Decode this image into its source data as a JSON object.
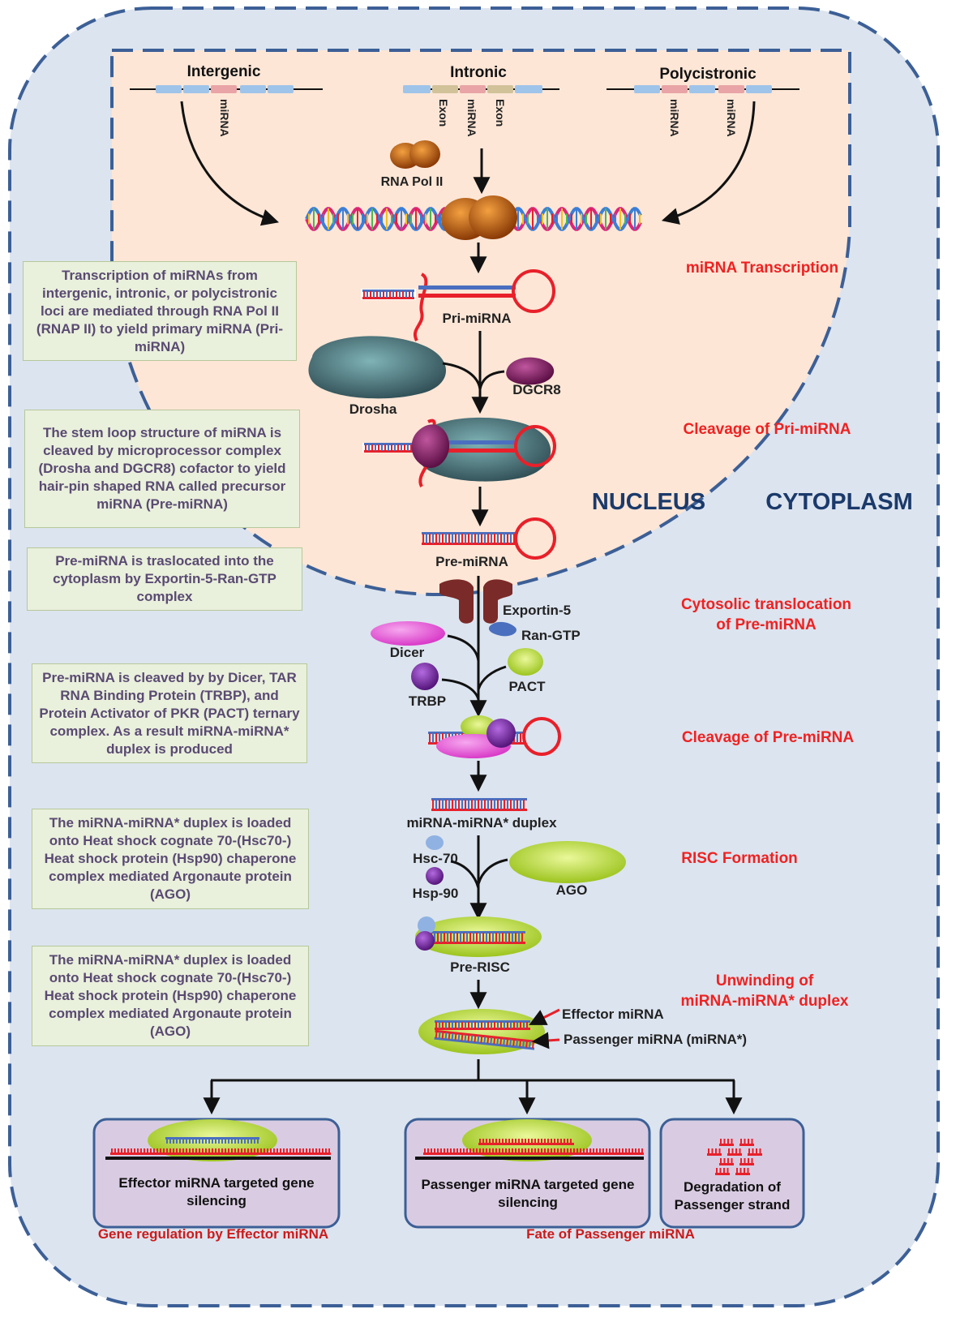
{
  "loci": {
    "intergenic": "Intergenic",
    "intronic": "Intronic",
    "polycistronic": "Polycistronic",
    "mirna": "miRNA",
    "exon": "Exon"
  },
  "molecules": {
    "rna_pol": "RNA Pol II",
    "pri_mirna": "Pri-miRNA",
    "drosha": "Drosha",
    "dgcr8": "DGCR8",
    "pre_mirna": "Pre-miRNA",
    "exportin": "Exportin-5",
    "ran_gtp": "Ran-GTP",
    "dicer": "Dicer",
    "trbp": "TRBP",
    "pact": "PACT",
    "duplex": "miRNA-miRNA* duplex",
    "hsc70": "Hsc-70",
    "hsp90": "Hsp-90",
    "ago": "AGO",
    "pre_risc": "Pre-RISC",
    "effector": "Effector miRNA",
    "passenger": "Passenger miRNA (miRNA*)"
  },
  "steps": {
    "transcription": "miRNA Transcription",
    "cleavage_pri": "Cleavage of Pri-miRNA",
    "translocation_1": "Cytosolic translocation",
    "translocation_2": "of Pre-miRNA",
    "cleavage_pre": "Cleavage of Pre-miRNA",
    "risc": "RISC Formation",
    "unwinding_1": "Unwinding of",
    "unwinding_2": "miRNA-miRNA* duplex"
  },
  "regions": {
    "nucleus": "NUCLEUS",
    "cytoplasm": "CYTOPLASM"
  },
  "notes": [
    "Transcription of miRNAs from intergenic, intronic, or polycistronic loci are mediated through RNA Pol II (RNAP II) to yield primary miRNA (Pri-miRNA)",
    "The stem loop structure of miRNA is cleaved by microprocessor complex (Drosha and DGCR8) cofactor to yield hair-pin shaped RNA called precursor miRNA (Pre-miRNA)",
    "Pre-miRNA is traslocated into the cytoplasm by Exportin-5-Ran-GTP complex",
    "Pre-miRNA is cleaved by by Dicer, TAR RNA Binding Protein (TRBP), and Protein Activator of PKR (PACT) ternary complex. As a result miRNA-miRNA* duplex is produced",
    "The miRNA-miRNA* duplex is loaded onto Heat shock cognate 70-(Hsc70-) Heat shock protein (Hsp90) chaperone complex mediated Argonaute protein (AGO)",
    "The miRNA-miRNA* duplex is loaded onto Heat shock cognate 70-(Hsc70-) Heat shock protein (Hsp90) chaperone complex mediated Argonaute protein (AGO)"
  ],
  "outcomes": {
    "effector_silencing": "Effector miRNA targeted gene silencing",
    "passenger_silencing": "Passenger miRNA targeted gene silencing",
    "degradation": "Degradation of Passenger strand"
  },
  "captions": {
    "gene_regulation": "Gene regulation by Effector miRNA",
    "fate": "Fate of Passenger miRNA"
  },
  "colors": {
    "cell_bg": "#dce4ef",
    "nucleus_bg": "#fde6d6",
    "membrane": "#3c5f96",
    "step_text": "#ee2222",
    "region_text": "#1b3a6b",
    "note_bg": "#e9f0dc",
    "outcome_bg": "#d9cce2",
    "rna_red": "#e8202a",
    "rna_blue": "#4a6fc0",
    "drosha": "#3d5d63",
    "dgcr8": "#7a1e5e",
    "dicer": "#e94fd6",
    "ago": "#b8dc2c"
  }
}
